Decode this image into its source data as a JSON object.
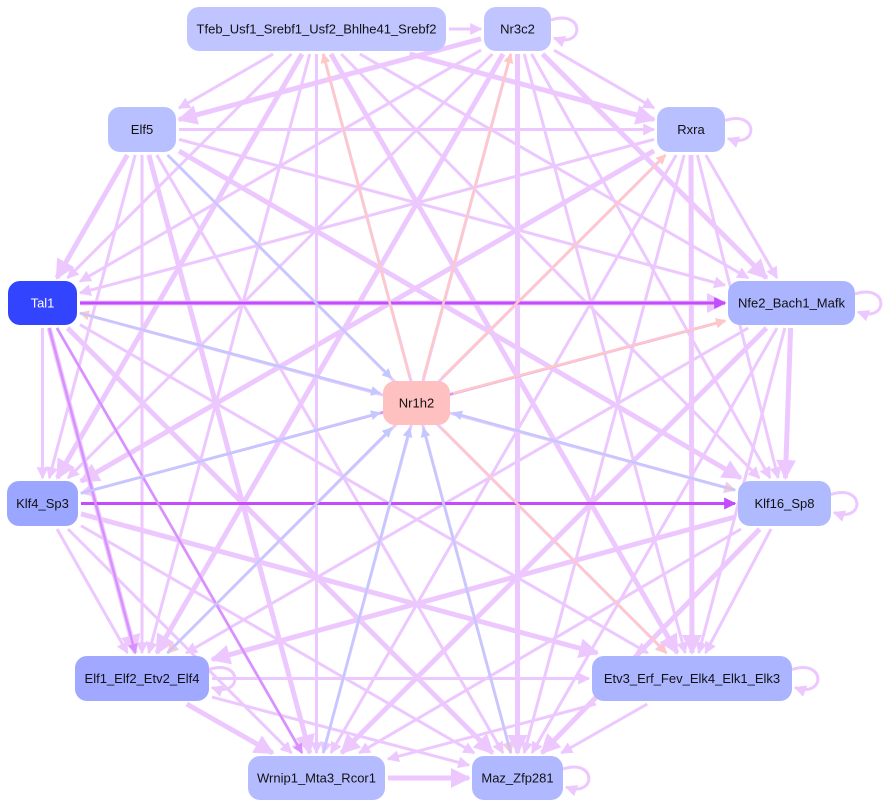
{
  "colors": {
    "edge_default": "#ecc8ff",
    "edge_strong": "#c44cff",
    "edge_medium": "#d890ff",
    "edge_pink": "#ffc8c8",
    "edge_blue": "#c4c8ff"
  },
  "nodes": [
    {
      "id": "tfeb",
      "label": "Tfeb_Usf1_Srebf1_Usf2_Bhlhe41_Srebf2",
      "color": "#c0c4ff",
      "text_color": "#111111"
    },
    {
      "id": "nr3c2",
      "label": "Nr3c2",
      "color": "#c0c4ff",
      "text_color": "#111111"
    },
    {
      "id": "elf5",
      "label": "Elf5",
      "color": "#b8c0ff",
      "text_color": "#111111"
    },
    {
      "id": "rxra",
      "label": "Rxra",
      "color": "#b8c0ff",
      "text_color": "#111111"
    },
    {
      "id": "tal1",
      "label": "Tal1",
      "color": "#3344ff",
      "text_color": "#ffffff"
    },
    {
      "id": "nfe2",
      "label": "Nfe2_Bach1_Mafk",
      "color": "#aab4ff",
      "text_color": "#111111"
    },
    {
      "id": "nr1h2",
      "label": "Nr1h2",
      "color": "#ffc0c0",
      "text_color": "#111111"
    },
    {
      "id": "klf4",
      "label": "Klf4_Sp3",
      "color": "#9aa6ff",
      "text_color": "#111111"
    },
    {
      "id": "klf16",
      "label": "Klf16_Sp8",
      "color": "#b0baff",
      "text_color": "#111111"
    },
    {
      "id": "elf1",
      "label": "Elf1_Elf2_Etv2_Elf4",
      "color": "#a0a8ff",
      "text_color": "#111111"
    },
    {
      "id": "etv3",
      "label": "Etv3_Erf_Fev_Elk4_Elk1_Elk3",
      "color": "#aab4ff",
      "text_color": "#111111"
    },
    {
      "id": "wrnip1",
      "label": "Wrnip1_Mta3_Rcor1",
      "color": "#b4bcff",
      "text_color": "#111111"
    },
    {
      "id": "maz",
      "label": "Maz_Zfp281",
      "color": "#b0b8ff",
      "text_color": "#111111"
    }
  ],
  "self_loops": [
    "nr3c2",
    "rxra",
    "nfe2",
    "klf16",
    "etv3",
    "maz",
    "elf1"
  ],
  "special_edges": [
    {
      "from": "tal1",
      "to": "nfe2",
      "kind": "edge_strong"
    },
    {
      "from": "klf4",
      "to": "klf16",
      "kind": "edge_strong"
    },
    {
      "from": "klf4",
      "to": "nfe2",
      "kind": "edge_medium"
    },
    {
      "from": "tal1",
      "to": "elf1",
      "kind": "edge_medium"
    },
    {
      "from": "tal1",
      "to": "wrnip1",
      "kind": "edge_medium"
    },
    {
      "from": "nr1h2",
      "to": "tfeb",
      "kind": "edge_pink"
    },
    {
      "from": "nr1h2",
      "to": "nr3c2",
      "kind": "edge_pink"
    },
    {
      "from": "nr1h2",
      "to": "rxra",
      "kind": "edge_pink"
    },
    {
      "from": "nr1h2",
      "to": "nfe2",
      "kind": "edge_pink"
    },
    {
      "from": "nr1h2",
      "to": "tal1",
      "kind": "edge_pink"
    },
    {
      "from": "nr1h2",
      "to": "elf1",
      "kind": "edge_pink"
    },
    {
      "from": "nr1h2",
      "to": "etv3",
      "kind": "edge_pink"
    },
    {
      "from": "nr1h2",
      "to": "maz",
      "kind": "edge_pink"
    },
    {
      "from": "nr1h2",
      "to": "klf16",
      "kind": "edge_pink"
    },
    {
      "from": "elf5",
      "to": "nr1h2",
      "kind": "edge_blue"
    },
    {
      "from": "tal1",
      "to": "nr1h2",
      "kind": "edge_blue"
    },
    {
      "from": "klf4",
      "to": "nr1h2",
      "kind": "edge_blue"
    },
    {
      "from": "klf16",
      "to": "nr1h2",
      "kind": "edge_blue"
    },
    {
      "from": "wrnip1",
      "to": "nr1h2",
      "kind": "edge_blue"
    },
    {
      "from": "maz",
      "to": "nr1h2",
      "kind": "edge_blue"
    },
    {
      "from": "elf1",
      "to": "nr1h2",
      "kind": "edge_blue"
    }
  ]
}
